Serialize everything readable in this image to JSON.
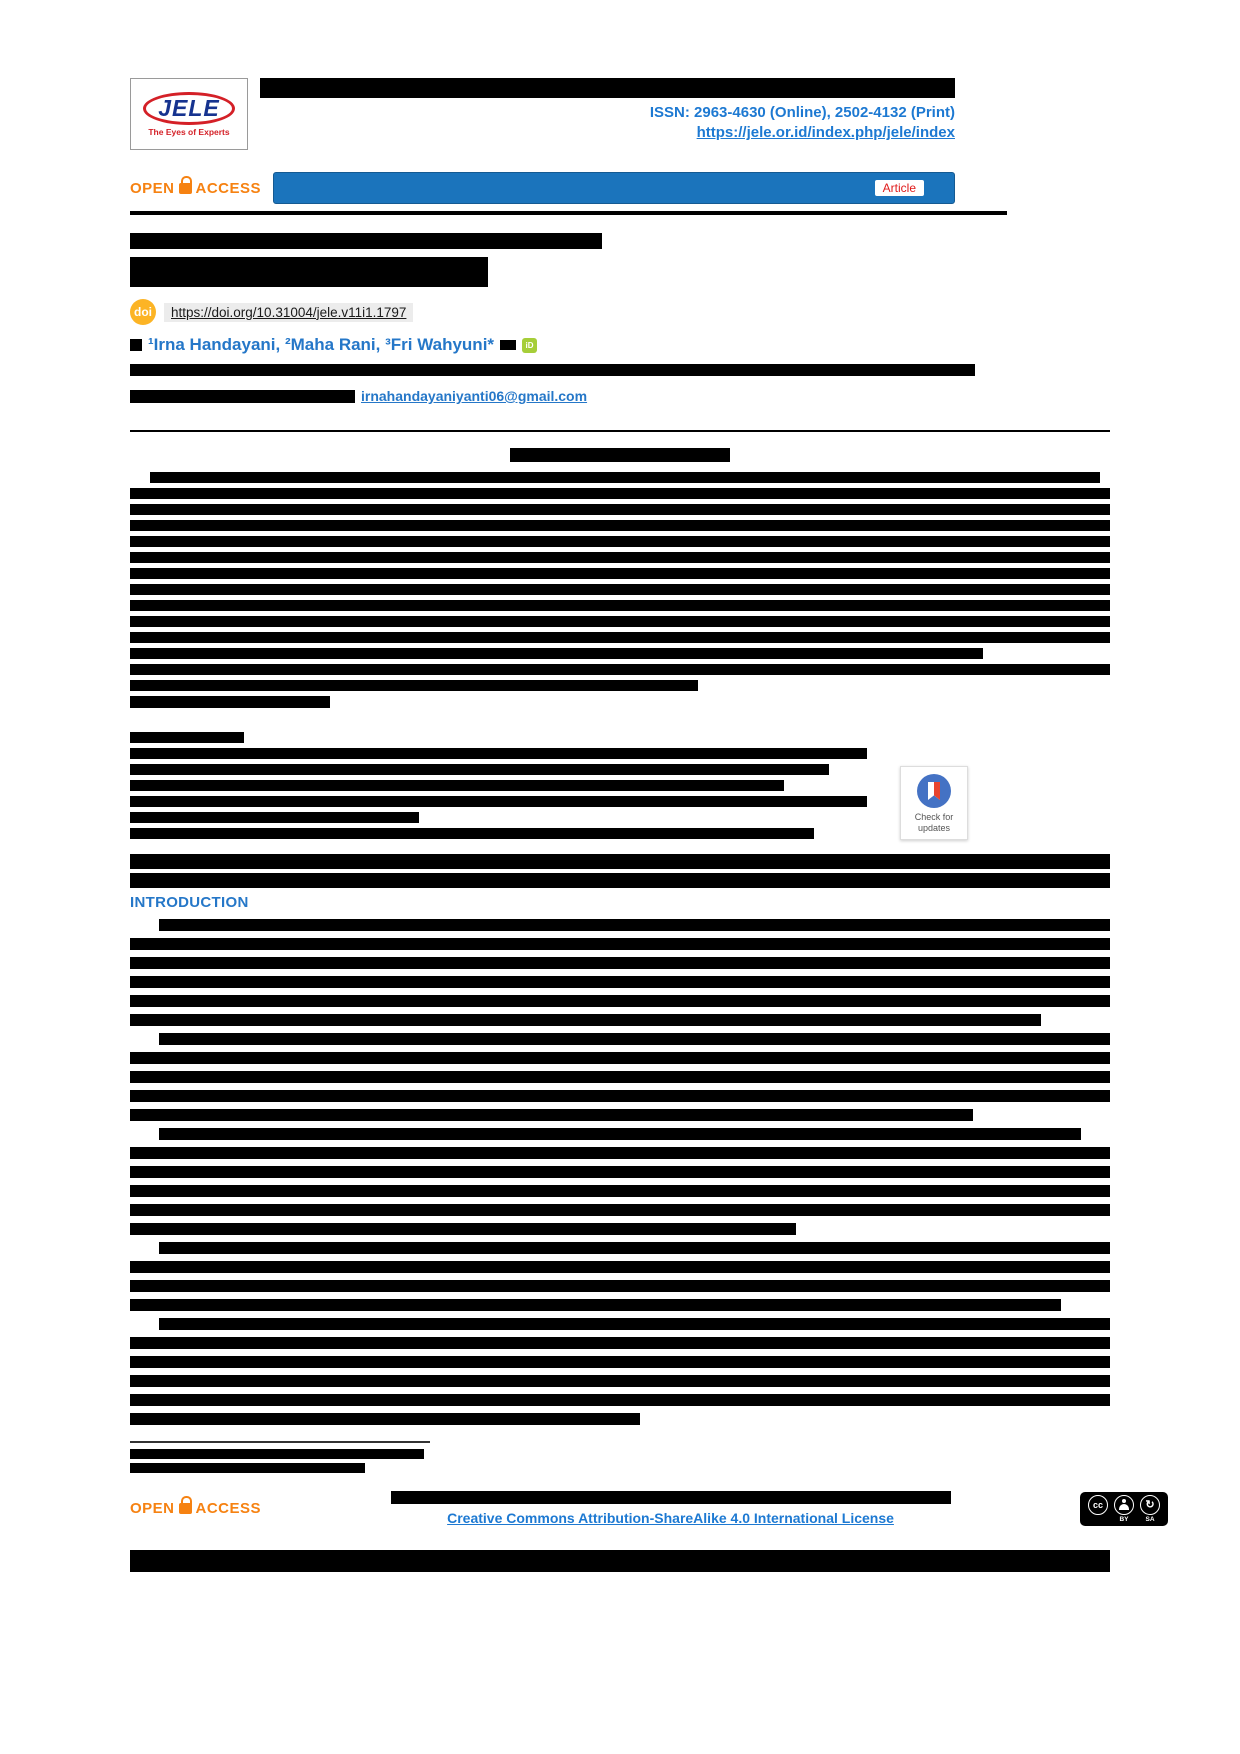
{
  "header": {
    "logo_text": "JELE",
    "logo_tagline": "The Eyes of Experts",
    "issn_line": "ISSN: 2963-4630 (Online), 2502-4132 (Print)",
    "site_url": "https://jele.or.id/index.php/jele/index",
    "article_badge": "Article"
  },
  "open_access": {
    "open": "OPEN",
    "access": "ACCESS"
  },
  "article": {
    "doi_icon_label": "doi",
    "doi_url": "https://doi.org/10.31004/jele.v11i1.1797",
    "authors_line": "¹Irna Handayani, ²Maha Rani, ³Fri Wahyuni*",
    "orcid_label": "iD",
    "email": "irnahandayaniyanti06@gmail.com"
  },
  "sections": {
    "introduction_heading": "INTRODUCTION"
  },
  "badges": {
    "crossmark_label": "Check for updates"
  },
  "footer": {
    "license_link": "Creative Commons Attribution-ShareAlike 4.0 International License",
    "cc": {
      "cc": "cc",
      "by": "BY",
      "sa": "SA"
    }
  },
  "redactions": {
    "abstract": [
      [
        2,
        97
      ],
      [
        0,
        100
      ],
      [
        0,
        100
      ],
      [
        0,
        100
      ],
      [
        0,
        100
      ],
      [
        0,
        100
      ],
      [
        0,
        100
      ],
      [
        0,
        100
      ],
      [
        0,
        100
      ],
      [
        0,
        100
      ],
      [
        0,
        100
      ],
      [
        0,
        87
      ],
      [
        0,
        100
      ],
      [
        0,
        58
      ]
    ],
    "info": [
      [
        0,
        15
      ],
      [
        0,
        97
      ],
      [
        0,
        92
      ],
      [
        0,
        86
      ],
      [
        0,
        97
      ],
      [
        0,
        38
      ],
      [
        0,
        90
      ]
    ],
    "body": [
      [
        3,
        97
      ],
      [
        0,
        100
      ],
      [
        0,
        100
      ],
      [
        0,
        100
      ],
      [
        0,
        100
      ],
      [
        0,
        93
      ],
      [
        3,
        97
      ],
      [
        0,
        100
      ],
      [
        0,
        100
      ],
      [
        0,
        100
      ],
      [
        0,
        86
      ],
      [
        3,
        94
      ],
      [
        0,
        100
      ],
      [
        0,
        100
      ],
      [
        0,
        100
      ],
      [
        0,
        100
      ],
      [
        0,
        68
      ],
      [
        3,
        97
      ],
      [
        0,
        100
      ],
      [
        0,
        100
      ],
      [
        0,
        95
      ],
      [
        3,
        97
      ],
      [
        0,
        100
      ],
      [
        0,
        100
      ],
      [
        0,
        100
      ],
      [
        0,
        100
      ],
      [
        0,
        52
      ]
    ],
    "footnote": [
      [
        0,
        30
      ],
      [
        0,
        24
      ]
    ]
  }
}
